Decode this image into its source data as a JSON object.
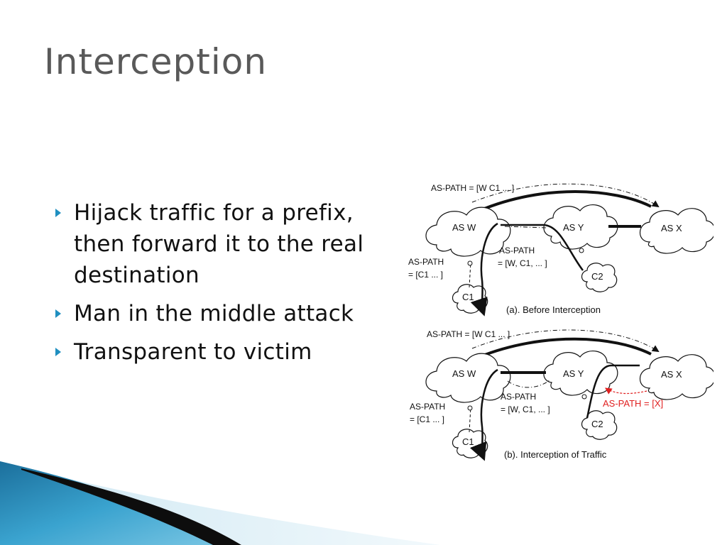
{
  "title": "Interception",
  "bullets": [
    {
      "text": "Hijack traffic for a prefix, then forward it to the real destination"
    },
    {
      "text": "Man in the middle attack"
    },
    {
      "text": "Transparent to victim"
    }
  ],
  "figure": {
    "panel_a": {
      "top_path_label": "AS-PATH = [W C1 ... ]",
      "node_w": "AS W",
      "node_y": "AS Y",
      "node_x": "AS X",
      "node_c1": "C1",
      "node_c2": "C2",
      "mid_path_label_1": "AS-PATH",
      "mid_path_label_2": "= [W, C1, ... ]",
      "left_path_label_1": "AS-PATH",
      "left_path_label_2": "= [C1 ... ]",
      "caption": "(a). Before Interception"
    },
    "panel_b": {
      "top_path_label": "AS-PATH = [W C1 ... ]",
      "node_w": "AS W",
      "node_y": "AS Y",
      "node_x": "AS X",
      "node_c1": "C1",
      "node_c2": "C2",
      "mid_path_label_1": "AS-PATH",
      "mid_path_label_2": "= [W, C1, ... ]",
      "left_path_label_1": "AS-PATH",
      "left_path_label_2": "= [C1 ... ]",
      "red_path_label": "AS-PATH = [X]",
      "caption": "(b). Interception of Traffic"
    }
  },
  "colors": {
    "title": "#595959",
    "bullet_marker": "#1f8fc0",
    "hijack_label": "#e02020",
    "decoration_blue": "#1e7fb0"
  }
}
